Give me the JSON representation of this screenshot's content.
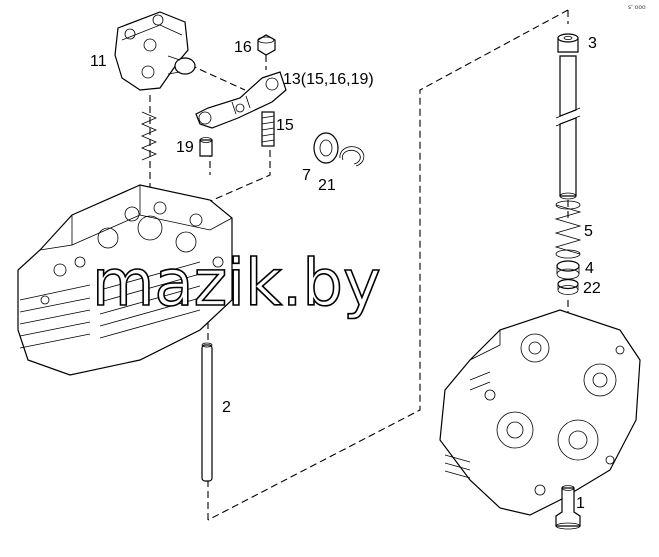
{
  "diagram": {
    "labels": {
      "p1": "1",
      "p2": "2",
      "p3": "3",
      "p4": "4",
      "p5": "5",
      "p7": "7",
      "p11": "11",
      "p13": "13(15,16,19)",
      "p15": "15",
      "p16": "16",
      "p19": "19",
      "p21": "21",
      "p22": "22"
    },
    "watermark": "mazik.by",
    "corner_mark": "s' ooo"
  }
}
